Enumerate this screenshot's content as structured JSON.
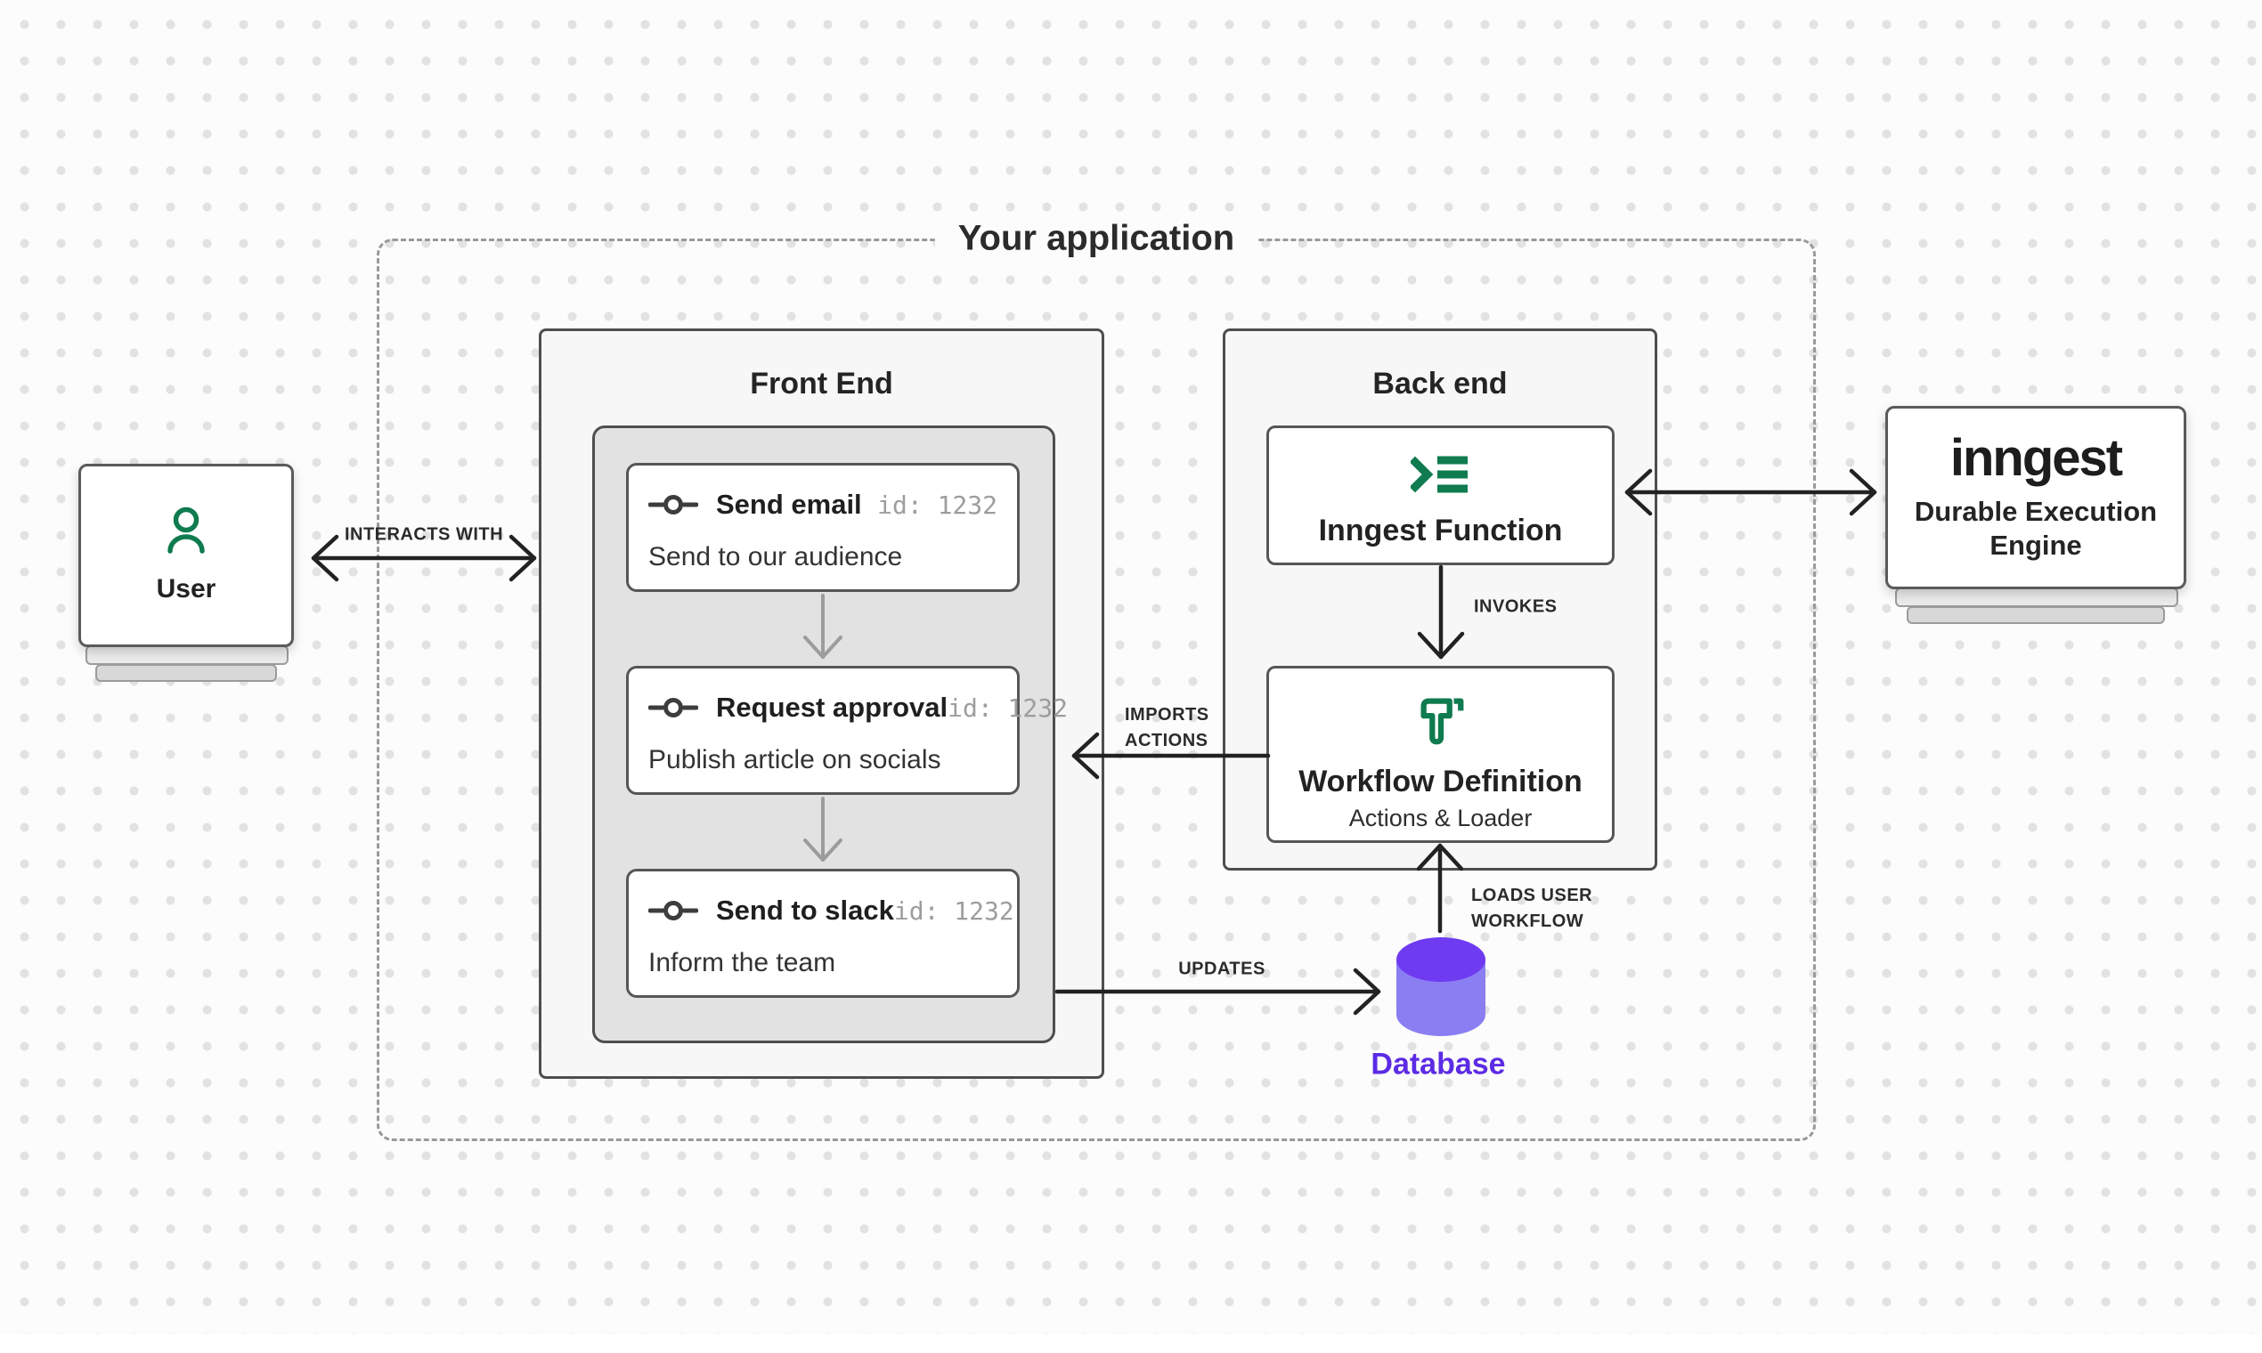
{
  "diagram": {
    "container_label": "Your application",
    "user_node": {
      "label": "User",
      "icon": "person-icon"
    },
    "frontend": {
      "title": "Front End",
      "cards": [
        {
          "title": "Send email",
          "id_text": "id: 1232",
          "description": "Send to our audience",
          "icon": "commit-node-icon"
        },
        {
          "title": "Request approval",
          "id_text": "id: 1232",
          "description": "Publish article on socials",
          "icon": "commit-node-icon"
        },
        {
          "title": "Send to slack",
          "id_text": "id: 1232",
          "description": "Inform the team",
          "icon": "commit-node-icon"
        }
      ]
    },
    "backend": {
      "title": "Back end",
      "function_card": {
        "label": "Inngest Function",
        "icon": "terminal-prompt-icon"
      },
      "workflow_card": {
        "label": "Workflow Definition",
        "sublabel": "Actions & Loader",
        "icon": "hammer-icon"
      }
    },
    "inngest_node": {
      "logo_text": "inngest",
      "sublabel": "Durable Execution Engine"
    },
    "database_node": {
      "label": "Database",
      "icon": "database-cylinder-icon"
    },
    "edge_labels": {
      "interacts": "INTERACTS WITH",
      "invokes": "INVOKES",
      "imports_line1": "IMPORTS",
      "imports_line2": "ACTIONS",
      "loads_line1": "LOADS USER",
      "loads_line2": "WORKFLOW",
      "updates": "UPDATES"
    },
    "colors": {
      "accent_green": "#0f7b4f",
      "database_top": "#6e3bf1",
      "database_body": "#8b7ef3",
      "database_label": "#5c2be5",
      "box_border": "#4e4e4e",
      "dashed_border": "#999999",
      "arrow_black": "#222222",
      "arrow_gray": "#9c9c9c"
    }
  }
}
